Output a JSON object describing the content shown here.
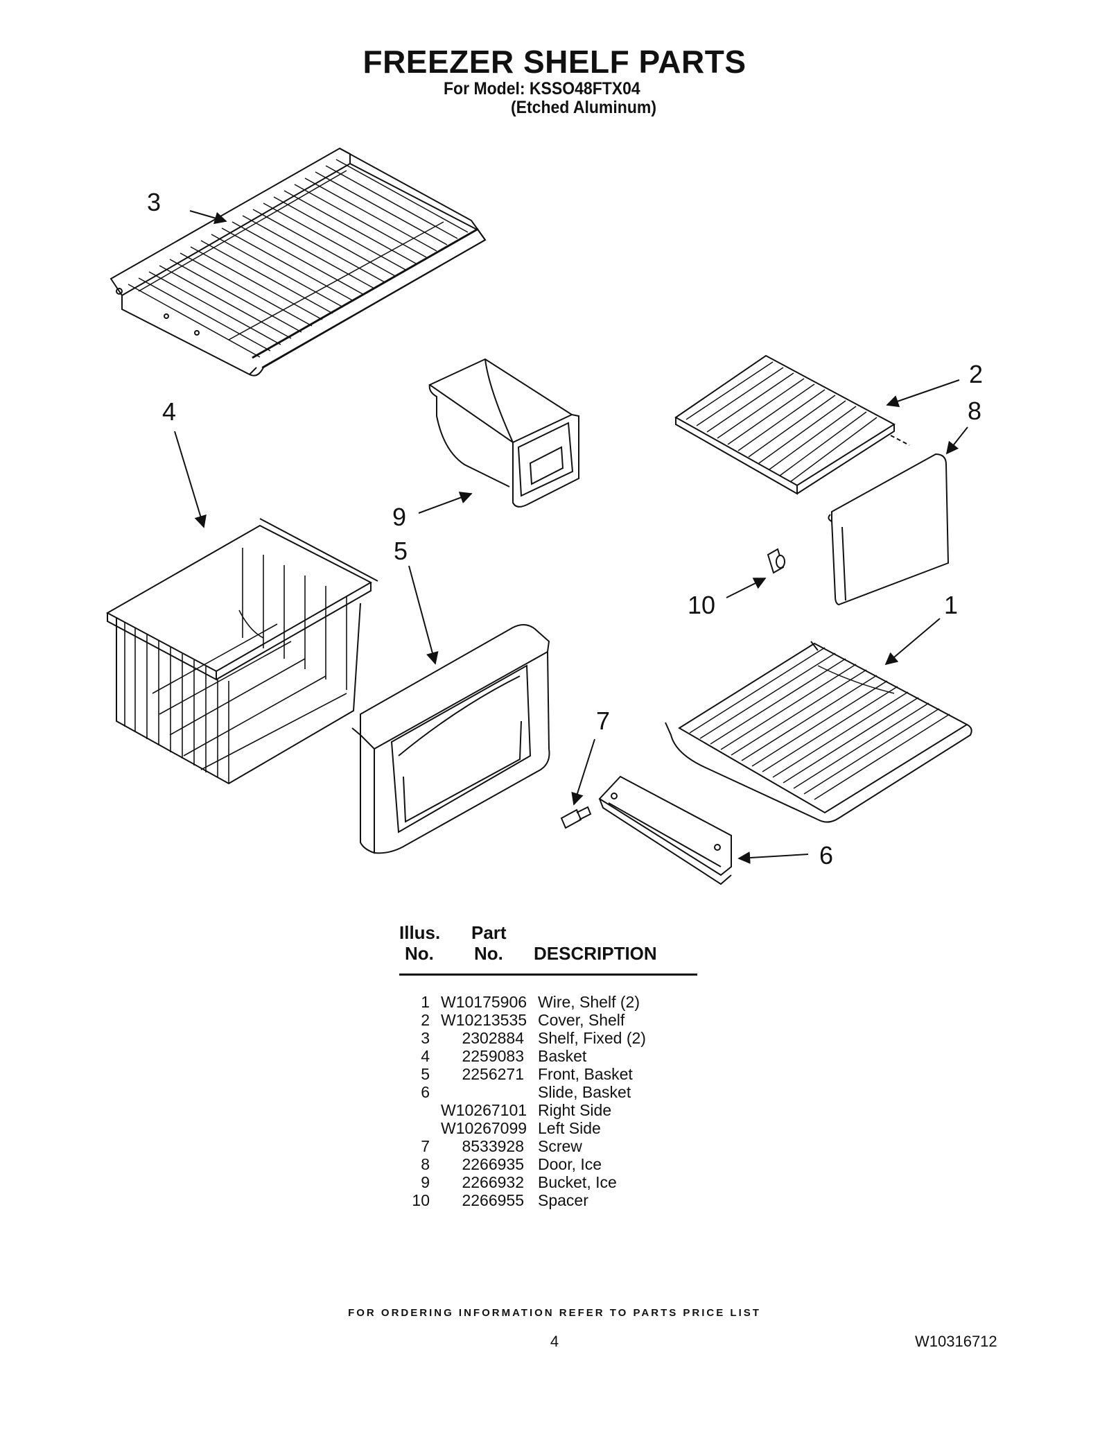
{
  "header": {
    "title": "FREEZER SHELF PARTS",
    "model_line": "For Model: KSSO48FTX04",
    "finish": "(Etched Aluminum)"
  },
  "callouts": [
    "1",
    "2",
    "3",
    "4",
    "5",
    "6",
    "7",
    "8",
    "9",
    "10"
  ],
  "table": {
    "col1_line1": "Illus.",
    "col1_line2": "No.",
    "col2_line1": "Part",
    "col2_line2": "No.",
    "col3": "DESCRIPTION",
    "rows": [
      {
        "illus": "1",
        "part": "W10175906",
        "desc": "Wire, Shelf (2)"
      },
      {
        "illus": "2",
        "part": "W10213535",
        "desc": "Cover, Shelf"
      },
      {
        "illus": "3",
        "part": "2302884",
        "desc": "Shelf, Fixed (2)"
      },
      {
        "illus": "4",
        "part": "2259083",
        "desc": "Basket"
      },
      {
        "illus": "5",
        "part": "2256271",
        "desc": "Front, Basket"
      },
      {
        "illus": "6",
        "part": "",
        "desc": "Slide, Basket"
      },
      {
        "illus": "",
        "part": "W10267101",
        "desc": "Right Side"
      },
      {
        "illus": "",
        "part": "W10267099",
        "desc": "Left Side"
      },
      {
        "illus": "7",
        "part": "8533928",
        "desc": "Screw"
      },
      {
        "illus": "8",
        "part": "2266935",
        "desc": "Door, Ice"
      },
      {
        "illus": "9",
        "part": "2266932",
        "desc": "Bucket, Ice"
      },
      {
        "illus": "10",
        "part": "2266955",
        "desc": "Spacer"
      }
    ]
  },
  "footer": {
    "ordering": "FOR ORDERING INFORMATION REFER TO PARTS PRICE LIST",
    "page": "4",
    "doc_number": "W10316712"
  }
}
